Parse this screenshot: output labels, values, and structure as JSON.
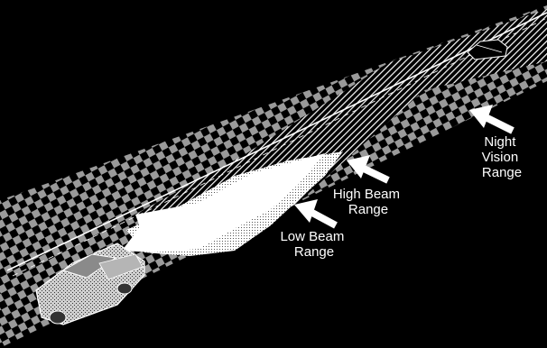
{
  "labels": {
    "night_vision": [
      "Night",
      "Vision",
      "Range"
    ],
    "high_beam": [
      "High Beam",
      "Range"
    ],
    "low_beam": [
      "Low Beam",
      "Range"
    ]
  },
  "colors": {
    "background": "#000000",
    "beam_fill": "#ffffff",
    "label_text": "#ffffff",
    "arrow": "#ffffff"
  }
}
